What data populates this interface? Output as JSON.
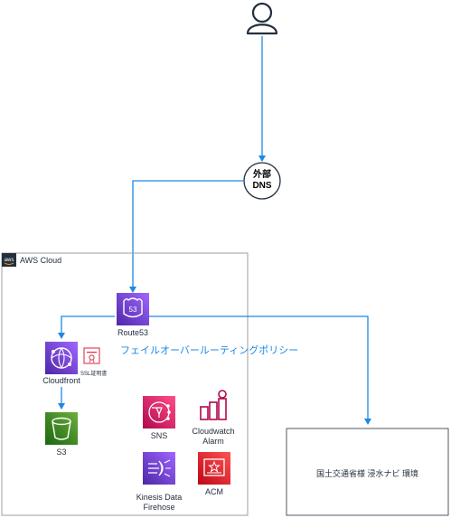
{
  "external_dns": {
    "line1": "外部",
    "line2": "DNS"
  },
  "aws_cloud": {
    "title": "AWS Cloud",
    "logo_text": "aws"
  },
  "services": {
    "route53": {
      "label": "Route53",
      "icon_text": "53"
    },
    "cloudfront": {
      "label": "Cloudfront"
    },
    "ssl": {
      "label": "SSL証明書"
    },
    "s3": {
      "label": "S3"
    },
    "sns": {
      "label": "SNS"
    },
    "cloudwatch": {
      "line1": "Cloudwatch",
      "line2": "Alarm"
    },
    "kinesis": {
      "line1": "Kinesis Data",
      "line2": "Firehose"
    },
    "acm": {
      "label": "ACM"
    }
  },
  "failover_policy": "フェイルオーバールーティングポリシー",
  "external_env": "国土交通省様  浸水ナビ 環境",
  "colors": {
    "arrow": "#1e88e5",
    "networking": "#8c4fff",
    "storage": "#3f8624",
    "management": "#e7157b",
    "analytics": "#8c4fff",
    "security": "#dd344c",
    "aws_border": "#9e9e9e"
  }
}
